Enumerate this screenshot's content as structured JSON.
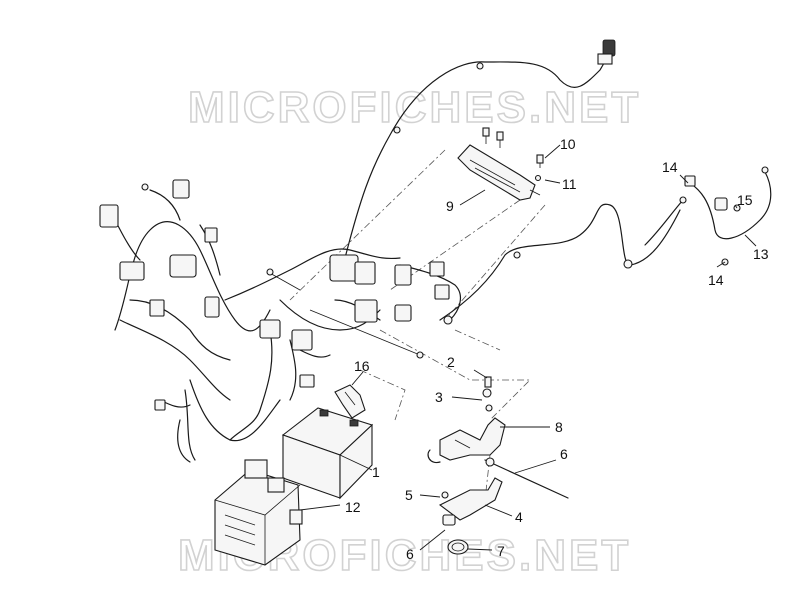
{
  "watermark": {
    "text": "MICROFICHES.NET"
  },
  "callouts": [
    {
      "id": "1",
      "label": "1"
    },
    {
      "id": "2",
      "label": "2"
    },
    {
      "id": "3",
      "label": "3"
    },
    {
      "id": "4",
      "label": "4"
    },
    {
      "id": "5",
      "label": "5"
    },
    {
      "id": "6a",
      "label": "6"
    },
    {
      "id": "6b",
      "label": "6"
    },
    {
      "id": "7",
      "label": "7"
    },
    {
      "id": "8",
      "label": "8"
    },
    {
      "id": "9",
      "label": "9"
    },
    {
      "id": "10",
      "label": "10"
    },
    {
      "id": "11",
      "label": "11"
    },
    {
      "id": "12",
      "label": "12"
    },
    {
      "id": "13",
      "label": "13"
    },
    {
      "id": "14a",
      "label": "14"
    },
    {
      "id": "14b",
      "label": "14"
    },
    {
      "id": "15",
      "label": "15"
    },
    {
      "id": "16",
      "label": "16"
    }
  ]
}
